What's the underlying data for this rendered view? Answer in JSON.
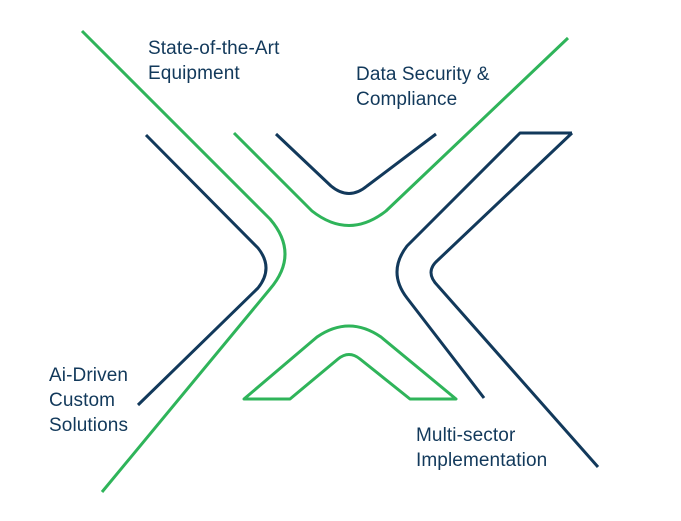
{
  "colors": {
    "green": "#2fb45a",
    "navy": "#12395b",
    "background": "#ffffff"
  },
  "labels": {
    "top_left": {
      "line1": "State-of-the-Art",
      "line2": "Equipment"
    },
    "top_right": {
      "line1": "Data Security &",
      "line2": "Compliance"
    },
    "bottom_left": {
      "line1": "Ai-Driven",
      "line2": "Custom",
      "line3": "Solutions"
    },
    "bottom_right": {
      "line1": "Multi-sector",
      "line2": "Implementation"
    }
  }
}
